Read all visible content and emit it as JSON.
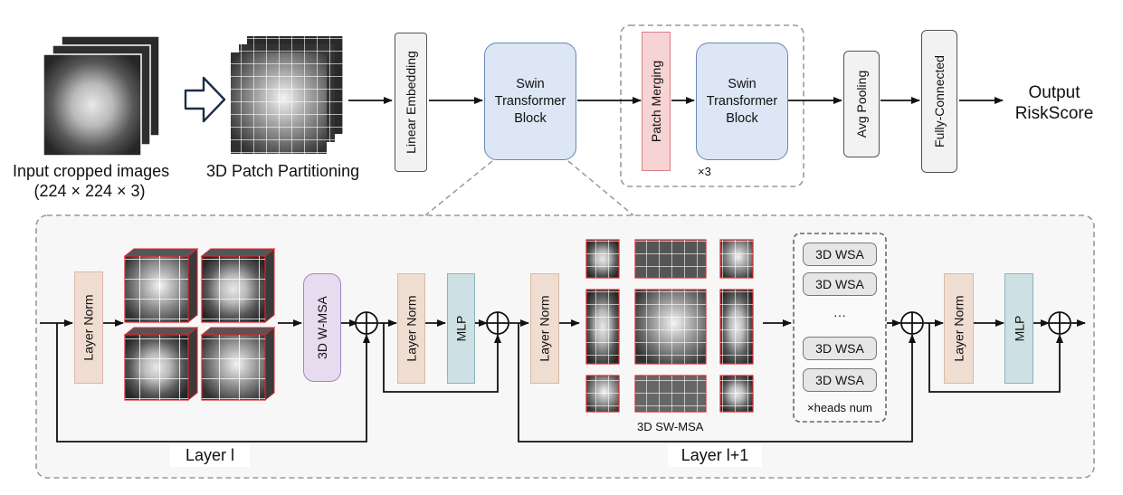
{
  "input": {
    "label_line1": "Input cropped images",
    "label_line2": "(224 × 224 × 3)"
  },
  "partition": {
    "label": "3D Patch Partitioning"
  },
  "top_blocks": {
    "linear_embedding": "Linear Embedding",
    "swin_block_1": {
      "line1": "Swin",
      "line2": "Transformer",
      "line3": "Block"
    },
    "patch_merging": "Patch Merging",
    "swin_block_2": {
      "line1": "Swin",
      "line2": "Transformer",
      "line3": "Block"
    },
    "repeat": "×3",
    "avg_pooling": "Avg Pooling",
    "fully_connected": "Fully-Connected",
    "output_line1": "Output",
    "output_line2": "RiskScore"
  },
  "detail": {
    "layer_norm_1": "Layer Norm",
    "w_msa": "3D W-MSA",
    "layer_norm_2": "Layer Norm",
    "mlp_1": "MLP",
    "layer_norm_3": "Layer Norm",
    "sw_msa": "3D SW-MSA",
    "wsa_items": [
      "3D WSA",
      "3D WSA",
      "···",
      "3D WSA",
      "3D WSA"
    ],
    "heads": "×heads num",
    "layer_norm_4": "Layer Norm",
    "mlp_2": "MLP",
    "layer_l": "Layer l",
    "layer_l1": "Layer l+1"
  },
  "colors": {
    "swin_fill": "#dce6f4",
    "swin_border": "#6a86b8",
    "patch_merging_fill": "#f6d3d5",
    "layer_norm_fill": "#f0ddd1",
    "mlp_fill": "#cde0e3",
    "wmsa_fill": "#e7dcef",
    "patch_grid_red": "#e0242a"
  }
}
